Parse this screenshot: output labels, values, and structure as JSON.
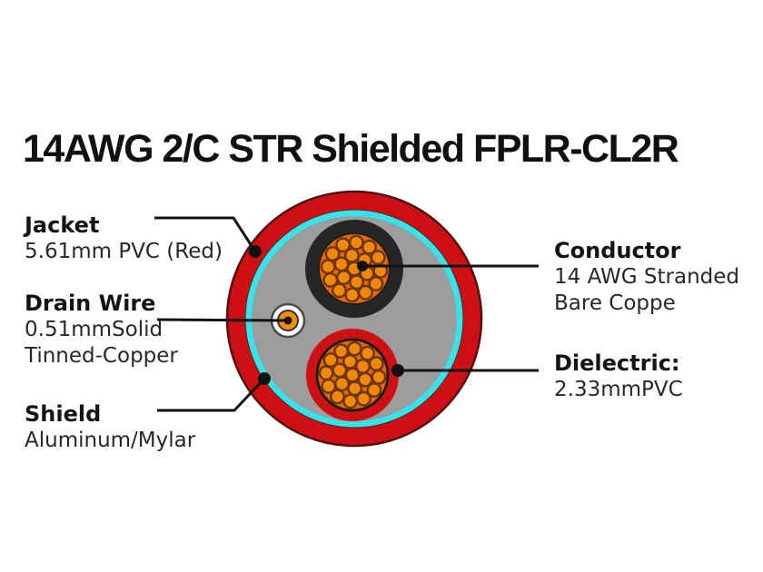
{
  "title": "14AWG 2/C STR Shielded FPLR-CL2R",
  "callouts": {
    "jacket": {
      "title": "Jacket",
      "line1": "5.61mm PVC (Red)"
    },
    "drain_wire": {
      "title": "Drain Wire",
      "line1": "0.51mmSolid",
      "line2": "Tinned-Copper"
    },
    "shield": {
      "title": "Shield",
      "line1": "Aluminum/Mylar"
    },
    "conductor": {
      "title": "Conductor",
      "line1": "14 AWG Stranded",
      "line2": "Bare Coppe"
    },
    "dielectric": {
      "title": "Dielectric:",
      "line1": "2.33mmPVC"
    }
  },
  "colors": {
    "jacket_red": "#CC1014",
    "jacket_rim": "#55100F",
    "shield_cyan": "#3CE1E8",
    "filler_gray": "#9D9D9D",
    "insulation_black": "#262626",
    "conductor_bundle_orange": "#E8660C",
    "strand_orange": "#F2870F",
    "strand_outline_brown": "#6B3606",
    "dielectric_red": "#CC1014",
    "drain_wire_white": "#FFFFFF",
    "drain_core_orange": "#F08C12",
    "leader_line_black": "#121212"
  }
}
